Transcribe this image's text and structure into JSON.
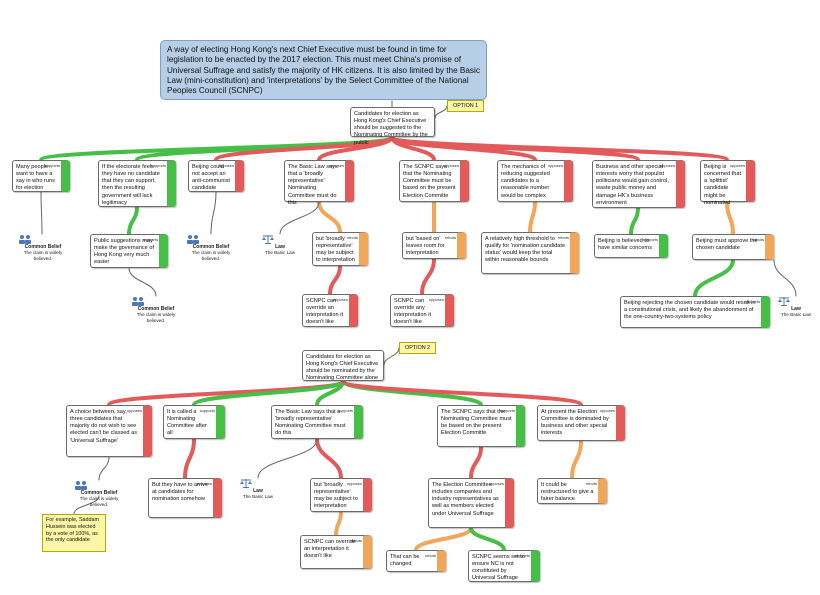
{
  "header": {
    "text": "A way of electing Hong Kong's next Chief Executive must be found in time for legislation to be enacted by the 2017 election.  This must meet China's promise of Universal Suffrage and satisfy the majority of HK citizens.  It is also limited by the Basic Law (mini-constitution) and 'interpretations' by the Select Committee of the National Peoples Council (SCNPC)"
  },
  "labels": {
    "supports": "supports",
    "opposes": "opposes",
    "rebuts": "rebuts"
  },
  "option1": {
    "label": "OPTION 1",
    "claim": "Candidates for election as Hong Kong's Chief Executive should be suggested to the Nominating Committee by the public",
    "n1": "Many people want to have a say in who runs for election",
    "n2": "If the electorate feels they have no candidate that they can support, then the resulting government will lack legitimacy",
    "n2a": "Public suggestions may make the governance of Hong Kong very much easier",
    "n3": "Beijing could not accept an anti-communist candidate",
    "n4": "The Basic Law says that a 'broadly representative' Nominating Committee must do this",
    "n4r": "but 'broadly representative' may be subject to interpretation",
    "n4o": "SCNPC can override an interpretation it doesn't like",
    "n5": "The SCNPC says that the Nominating Committee must be based on the present Election Committe",
    "n5r": "but 'based on' leaves room for interpretation",
    "n5o": "SCNPC can override any interpretation it doesn't like",
    "n6": "The mechanics of reducing suggested candidates to a reasonable number would be complex",
    "n6r": "A relatively high threshold to qualify for 'nomination candidate status' would keep the total within reasonable bounds",
    "n7": "Business and other special interests worry that populist politicians would gain control, waste public money and damage HK's business environment",
    "n7s": "Beijing is believed to have similar concerns",
    "n8": "Beijing is concerned that a 'splittist' candidate might be nominated",
    "n8r": "Beijing must approve the chosen candidate",
    "n8o": "Beijing rejecting the chosen candidate would result in a constitutional crisis, and likely the abandonment of the one-country-two-systems policy"
  },
  "option2": {
    "label": "OPTION 2",
    "claim": "Candidates for election as Hong Kong's Chief Executive should be nominated by the Nominating Committee alone",
    "m1": "A choice between, say, three candidates that majority do not wish to see elected can't be classed as 'Universal Suffrage'",
    "m2": "It is called a Nominating Committee after all",
    "m2o": "But they have to arrive at candidates for nomination somehow",
    "m3": "The Basic Law says that a 'broadly representative' Nominating Committee must do this",
    "m3r": "but 'broadly representative' may be subject to interpretation",
    "m3o": "SCNPC can override an interpretation it doesn't like",
    "m4": "The SCNPC says that the Nominating Committee must be based on the present Election Committe",
    "m4o": "The Election Committee includes companies and industry representatives as well as members elected under Universal Suffrage",
    "m4or": "That can be changed",
    "m4os": "SCNPC seems set to ensure NC is not constituted by Universal Suffrage",
    "m5": "At present the Election Committee is dominated by business and other special interests",
    "m5r": "It could be restructured to give a fairer balance",
    "note": "For example, Saddam Hussein was elected by a vote of 100%, as the only candidate"
  },
  "icons": {
    "belief_icon": "people-icon",
    "law_icon": "scales-icon",
    "common_belief": "Common Belief",
    "belief_desc": "The claim is widely believed.",
    "law": "Law",
    "law_desc": "The Basic Law"
  },
  "colors": {
    "supports": "#46bf46",
    "opposes": "#e25a5a",
    "rebuts": "#f0a75a",
    "header": "#b6cee6",
    "option": "#fdf6a6"
  }
}
